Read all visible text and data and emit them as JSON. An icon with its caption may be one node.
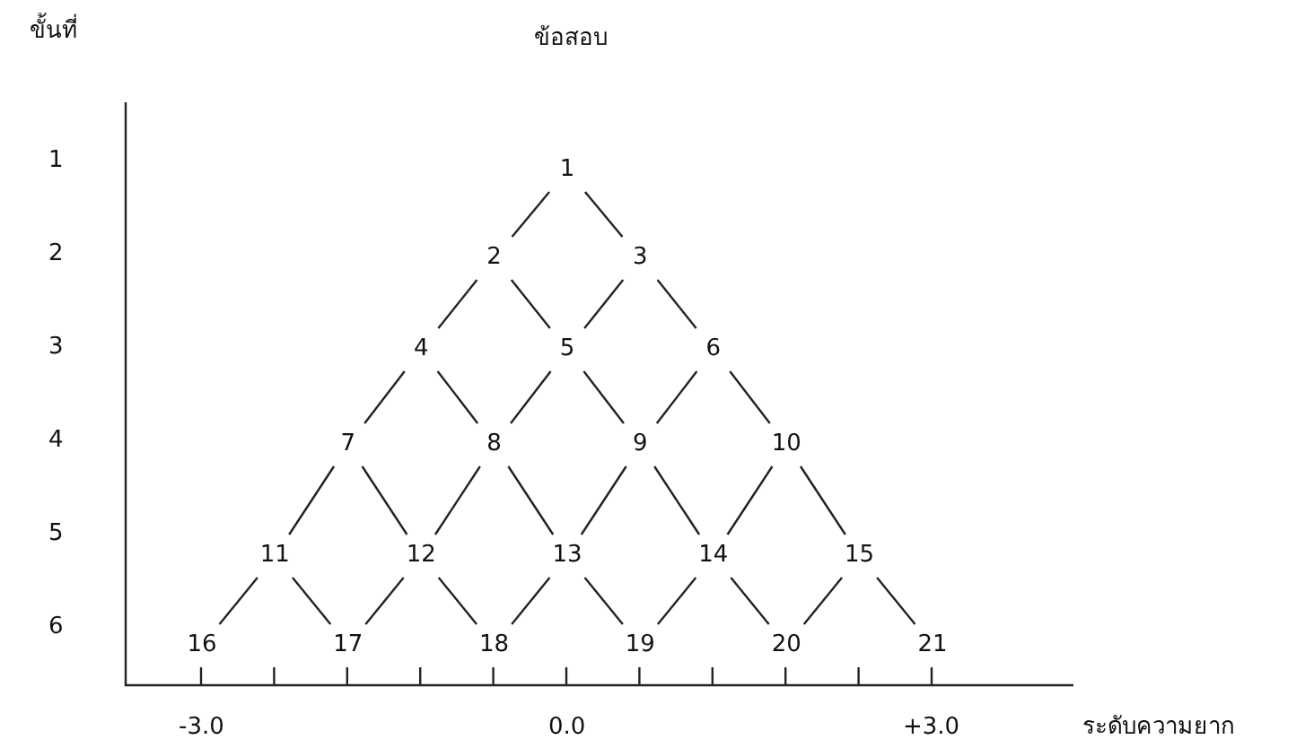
{
  "diagram": {
    "title": "ข้อสอบ",
    "nodes": [
      {
        "text": [
          "1"
        ]
      },
      {
        "text": [
          "2"
        ]
      },
      {
        "text": [
          "3"
        ]
      },
      {
        "text": [
          "4"
        ]
      },
      {
        "text": [
          "5"
        ]
      },
      {
        "text": [
          "6"
        ]
      },
      {
        "text": [
          "7"
        ]
      },
      {
        "text": [
          "8"
        ]
      },
      {
        "text": [
          "9"
        ]
      },
      {
        "text": [
          "10"
        ]
      },
      {
        "text": [
          "11"
        ]
      },
      {
        "text": [
          "12"
        ]
      },
      {
        "text": [
          "13"
        ]
      },
      {
        "text": [
          "14"
        ]
      },
      {
        "text": [
          "15"
        ]
      },
      {
        "text": [
          "16"
        ]
      },
      {
        "text": [
          "17"
        ]
      },
      {
        "text": [
          "18"
        ]
      },
      {
        "text": [
          "19"
        ]
      },
      {
        "text": [
          "20"
        ]
      },
      {
        "text": [
          "21"
        ]
      }
    ],
    "edges": [
      {
        "from": 0,
        "to": 1,
        "arrow": "none"
      },
      {
        "from": 0,
        "to": 2,
        "arrow": "none"
      },
      {
        "from": 1,
        "to": 3,
        "arrow": "none"
      },
      {
        "from": 1,
        "to": 4,
        "arrow": "none"
      },
      {
        "from": 2,
        "to": 4,
        "arrow": "none"
      },
      {
        "from": 2,
        "to": 5,
        "arrow": "none"
      },
      {
        "from": 3,
        "to": 6,
        "arrow": "none"
      },
      {
        "from": 3,
        "to": 7,
        "arrow": "none"
      },
      {
        "from": 4,
        "to": 7,
        "arrow": "none"
      },
      {
        "from": 4,
        "to": 8,
        "arrow": "none"
      },
      {
        "from": 5,
        "to": 8,
        "arrow": "none"
      },
      {
        "from": 5,
        "to": 9,
        "arrow": "none"
      },
      {
        "from": 6,
        "to": 10,
        "arrow": "none"
      },
      {
        "from": 6,
        "to": 11,
        "arrow": "none"
      },
      {
        "from": 7,
        "to": 11,
        "arrow": "none"
      },
      {
        "from": 7,
        "to": 12,
        "arrow": "none"
      },
      {
        "from": 8,
        "to": 12,
        "arrow": "none"
      },
      {
        "from": 8,
        "to": 13,
        "arrow": "none"
      },
      {
        "from": 9,
        "to": 13,
        "arrow": "none"
      },
      {
        "from": 9,
        "to": 14,
        "arrow": "none"
      },
      {
        "from": 10,
        "to": 15,
        "arrow": "none"
      },
      {
        "from": 10,
        "to": 16,
        "arrow": "none"
      },
      {
        "from": 11,
        "to": 16,
        "arrow": "none"
      },
      {
        "from": 11,
        "to": 17,
        "arrow": "none"
      },
      {
        "from": 12,
        "to": 17,
        "arrow": "none"
      },
      {
        "from": 12,
        "to": 18,
        "arrow": "none"
      },
      {
        "from": 13,
        "to": 18,
        "arrow": "none"
      },
      {
        "from": 13,
        "to": 19,
        "arrow": "none"
      },
      {
        "from": 14,
        "to": 19,
        "arrow": "none"
      },
      {
        "from": 14,
        "to": 20,
        "arrow": "none"
      }
    ],
    "labels": [
      "ขั้นที่",
      "1",
      "2",
      "3",
      "4",
      "5",
      "6",
      "-3.0",
      "0.0",
      "+3.0",
      "ระดับความยาก"
    ]
  }
}
